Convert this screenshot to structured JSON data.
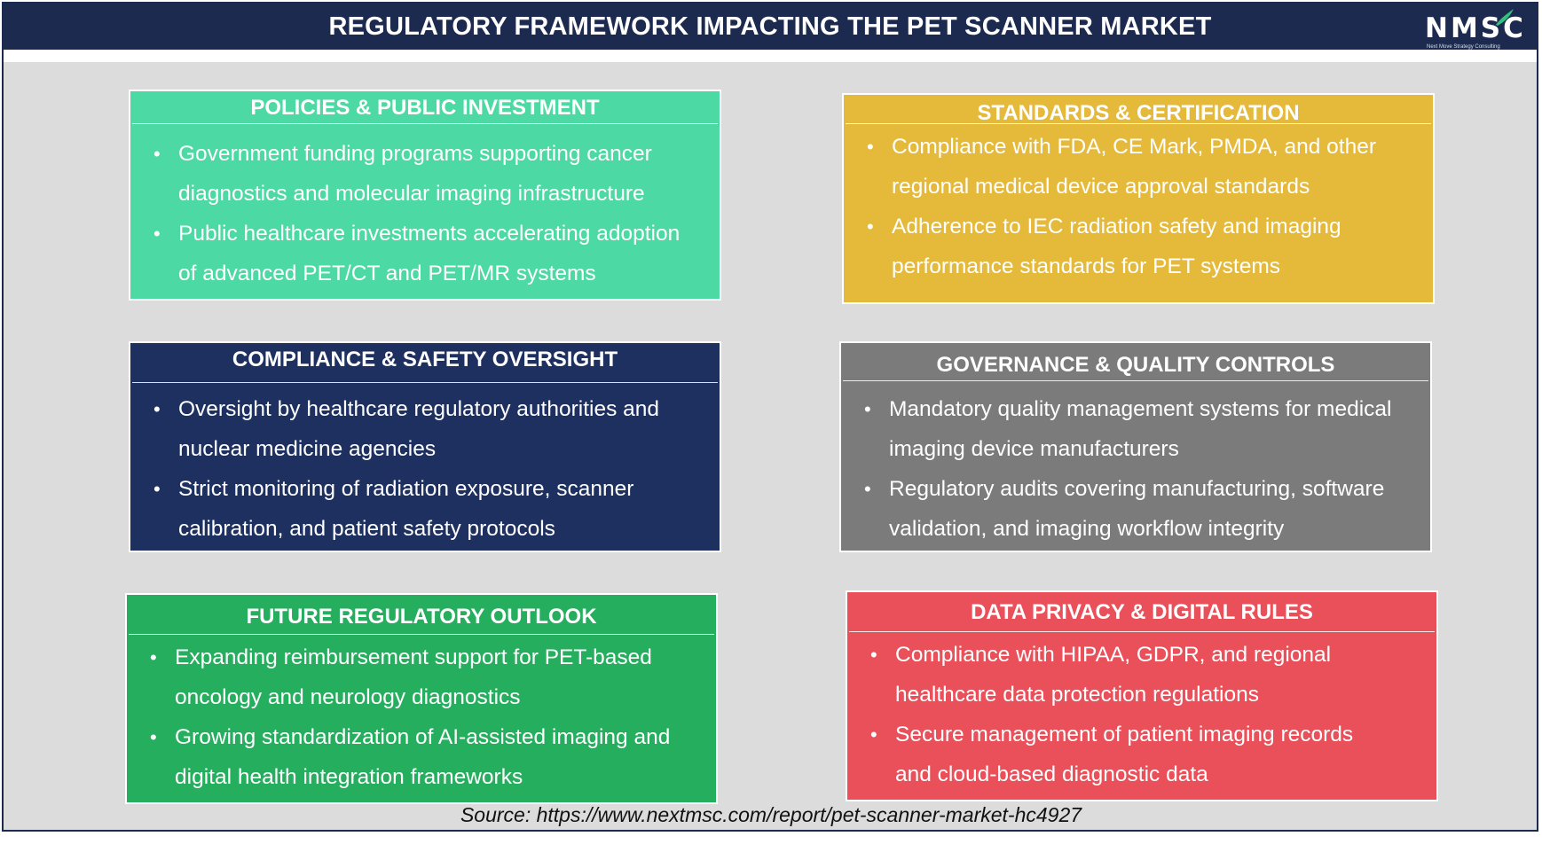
{
  "header": {
    "title": "REGULATORY FRAMEWORK IMPACTING THE PET SCANNER MARKET",
    "logo_text": "NMSC",
    "logo_subtitle": "Next Move Strategy Consulting"
  },
  "cards": [
    {
      "title": "POLICIES & PUBLIC INVESTMENT",
      "color": "#4dd9a3",
      "bullets": [
        [
          "Government funding programs supporting cancer",
          "diagnostics and molecular imaging infrastructure"
        ],
        [
          "Public healthcare investments accelerating adoption",
          "of advanced PET/CT and PET/MR systems"
        ]
      ]
    },
    {
      "title": "STANDARDS & CERTIFICATION",
      "color": "#e5b939",
      "bullets": [
        [
          "Compliance with FDA, CE Mark, PMDA, and other",
          "regional medical device approval standards"
        ],
        [
          "Adherence to IEC radiation safety and imaging",
          "performance standards for PET systems"
        ]
      ]
    },
    {
      "title": "COMPLIANCE & SAFETY OVERSIGHT",
      "color": "#1d3060",
      "bullets": [
        [
          "Oversight by healthcare regulatory authorities and",
          "nuclear medicine agencies"
        ],
        [
          "Strict monitoring of radiation exposure, scanner",
          "calibration, and patient safety protocols"
        ]
      ]
    },
    {
      "title": "GOVERNANCE & QUALITY CONTROLS",
      "color": "#7b7b7b",
      "bullets": [
        [
          "Mandatory quality management systems for medical",
          "imaging device manufacturers"
        ],
        [
          "Regulatory audits covering manufacturing, software",
          "validation, and imaging workflow integrity"
        ]
      ]
    },
    {
      "title": "FUTURE REGULATORY OUTLOOK",
      "color": "#26ae5f",
      "bullets": [
        [
          "Expanding reimbursement support for PET-based",
          "oncology and neurology diagnostics"
        ],
        [
          "Growing standardization of AI-assisted imaging and",
          "digital health integration frameworks"
        ]
      ]
    },
    {
      "title": "DATA PRIVACY & DIGITAL RULES",
      "color": "#e9505a",
      "bullets": [
        [
          "Compliance with HIPAA, GDPR, and regional",
          "healthcare data protection regulations"
        ],
        [
          "Secure management of patient imaging records",
          "and cloud-based diagnostic data"
        ]
      ]
    }
  ],
  "source": "Source: https://www.nextmsc.com/report/pet-scanner-market-hc4927"
}
